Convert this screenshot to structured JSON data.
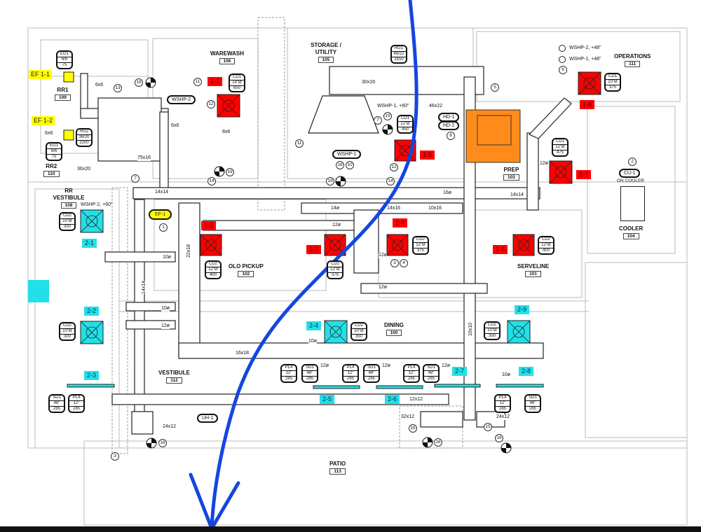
{
  "rooms": [
    {
      "name": "WAREWASH",
      "number": "106"
    },
    {
      "name": "STORAGE / UTILITY",
      "number": "105"
    },
    {
      "name": "OPERATIONS",
      "number": "111"
    },
    {
      "name": "RR1",
      "number": "109"
    },
    {
      "name": "RR2",
      "number": "110"
    },
    {
      "name": "RR VESTIBULE",
      "number": "108"
    },
    {
      "name": "OLO PICKUP",
      "number": "102"
    },
    {
      "name": "PREP",
      "number": "103"
    },
    {
      "name": "SERVELINE",
      "number": "101"
    },
    {
      "name": "COOLER",
      "number": "104"
    },
    {
      "name": "DINING",
      "number": "100"
    },
    {
      "name": "VESTIBULE",
      "number": "112"
    },
    {
      "name": "PATIO",
      "number": "113"
    }
  ],
  "tags_red": [
    "1-1",
    "1-2",
    "1-3",
    "1-4",
    "1-5",
    "1-6",
    "1-7",
    "1-8"
  ],
  "tags_cyan": [
    "2-1",
    "2-2",
    "2-3",
    "2-4",
    "2-5",
    "2-6",
    "2-7",
    "2-8",
    "2-9"
  ],
  "tags_yellow": [
    "EF 1-1",
    "EF 1-2",
    "EF-1"
  ],
  "devices": [
    {
      "type": "EG1",
      "size": "6/6",
      "cfm": "75"
    },
    {
      "type": "EG1",
      "size": "6/6",
      "cfm": "75"
    },
    {
      "type": "RG2",
      "size": "36/20",
      "cfm": "2200"
    },
    {
      "type": "CD1",
      "size": "14\"Ø",
      "cfm": "650"
    },
    {
      "type": "RG1",
      "size": "46/22",
      "cfm": "3150"
    },
    {
      "type": "CD1",
      "size": "12\"Ø",
      "cfm": "450"
    },
    {
      "type": "CD1",
      "size": "10\"Ø",
      "cfm": "375"
    },
    {
      "type": "CD1",
      "size": "12\"Ø",
      "cfm": "475"
    },
    {
      "type": "CD2",
      "size": "10\"Ø",
      "cfm": "300"
    },
    {
      "type": "CD2",
      "size": "12\"Ø",
      "cfm": "400"
    },
    {
      "type": "CD2",
      "size": "12\"Ø",
      "cfm": "375"
    },
    {
      "type": "CD2",
      "size": "12\"Ø",
      "cfm": "375"
    },
    {
      "type": "CD2",
      "size": "12\"Ø",
      "cfm": "400"
    },
    {
      "type": "CD2",
      "size": "10\"Ø",
      "cfm": "300"
    },
    {
      "type": "CD2",
      "size": "10\"Ø",
      "cfm": "350"
    },
    {
      "type": "CD2",
      "size": "10\"Ø",
      "cfm": "350"
    },
    {
      "type": "SD1",
      "size": "48\"",
      "cfm": "285"
    },
    {
      "type": "PL4",
      "size": "12\"",
      "cfm": "285"
    },
    {
      "type": "PL4",
      "size": "12\"",
      "cfm": "285"
    },
    {
      "type": "SD1",
      "size": "48\"",
      "cfm": "285"
    },
    {
      "type": "PL4",
      "size": "12\"",
      "cfm": "285"
    },
    {
      "type": "SD1",
      "size": "48\"",
      "cfm": "285"
    },
    {
      "type": "PL4",
      "size": "12\"",
      "cfm": "285"
    },
    {
      "type": "SD1",
      "size": "48\"",
      "cfm": "285"
    },
    {
      "type": "PL4",
      "size": "12\"",
      "cfm": "285"
    },
    {
      "type": "SD1",
      "size": "48\"",
      "cfm": "285"
    }
  ],
  "equipment": [
    "WSHP-2",
    "WSHP-1",
    "HD-1",
    "HD-2",
    "CU-1",
    "UH-1"
  ],
  "cu_note": "ON COOLER",
  "notes": [
    "WSHP-2, +60\"",
    "WSHP-1, +60\"",
    "WSHP-2, +48\"",
    "WSHP-1, +48\""
  ],
  "duct_labels": [
    "6x6",
    "6x6",
    "36x20",
    "75x16",
    "14x14",
    "30x16",
    "46x22",
    "16ø",
    "14ø",
    "14x16",
    "10x16",
    "12ø",
    "10ø",
    "22x18",
    "14x14",
    "10ø",
    "12ø",
    "16x18",
    "12x12",
    "32x12",
    "24x12",
    "24x12",
    "12ø",
    "10x10",
    "14x14",
    "10ø",
    "12ø",
    "12ø",
    "12ø",
    "10ø",
    "8x6",
    "6x6",
    "12ø",
    "12ø"
  ],
  "keynotes": [
    "19",
    "13",
    "11",
    "12",
    "19",
    "14",
    "7",
    "11",
    "18",
    "10",
    "19",
    "7",
    "19",
    "12",
    "14",
    "5",
    "8",
    "6",
    "2",
    "1",
    "3",
    "4",
    "15",
    "16",
    "15",
    "16",
    "16",
    "3"
  ],
  "colors": {
    "supply_existing": "#ff0000",
    "supply_new": "#22e0e8",
    "exhaust": "#ffff00",
    "equipment": "#ff8c1a",
    "markup": "#1446e0"
  }
}
